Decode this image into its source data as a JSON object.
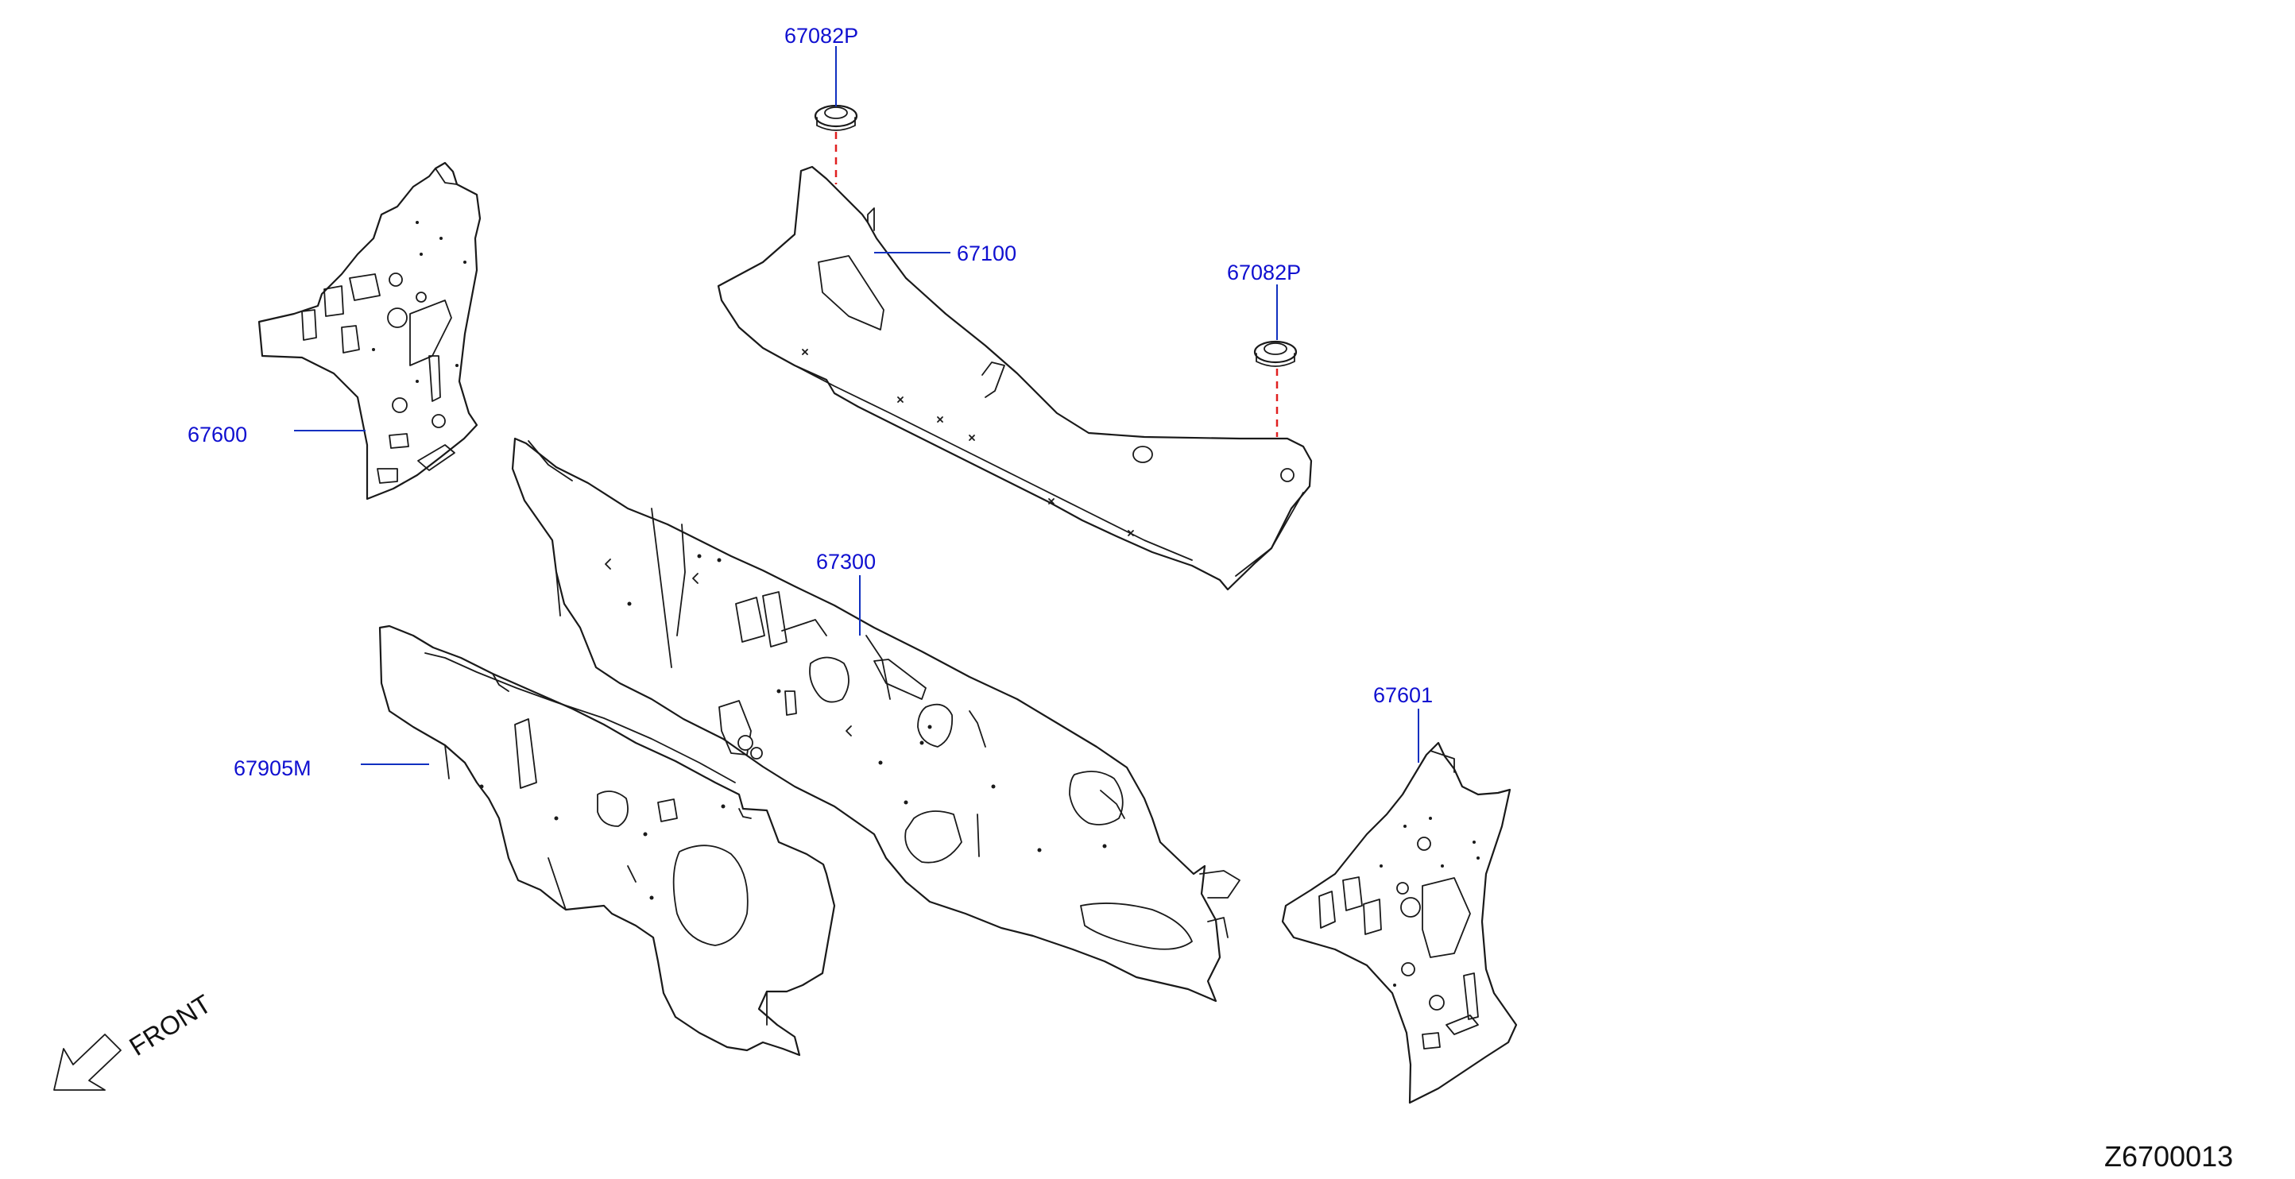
{
  "callouts": {
    "grommet_top": "67082P",
    "cowl_top": "67100",
    "grommet_right": "67082P",
    "side_left": "67600",
    "dash_panel": "67300",
    "side_right": "67601",
    "insulator": "67905M"
  },
  "front_label": "FRONT",
  "diagram_code": "Z6700013",
  "colors": {
    "callout_text": "#1010d0",
    "leader_line": "#1030c0",
    "alignment_dash": "#e02020",
    "outline": "#1a1a1a"
  },
  "icons": {
    "front_arrow": "hollow-arrow-down-left-icon"
  }
}
